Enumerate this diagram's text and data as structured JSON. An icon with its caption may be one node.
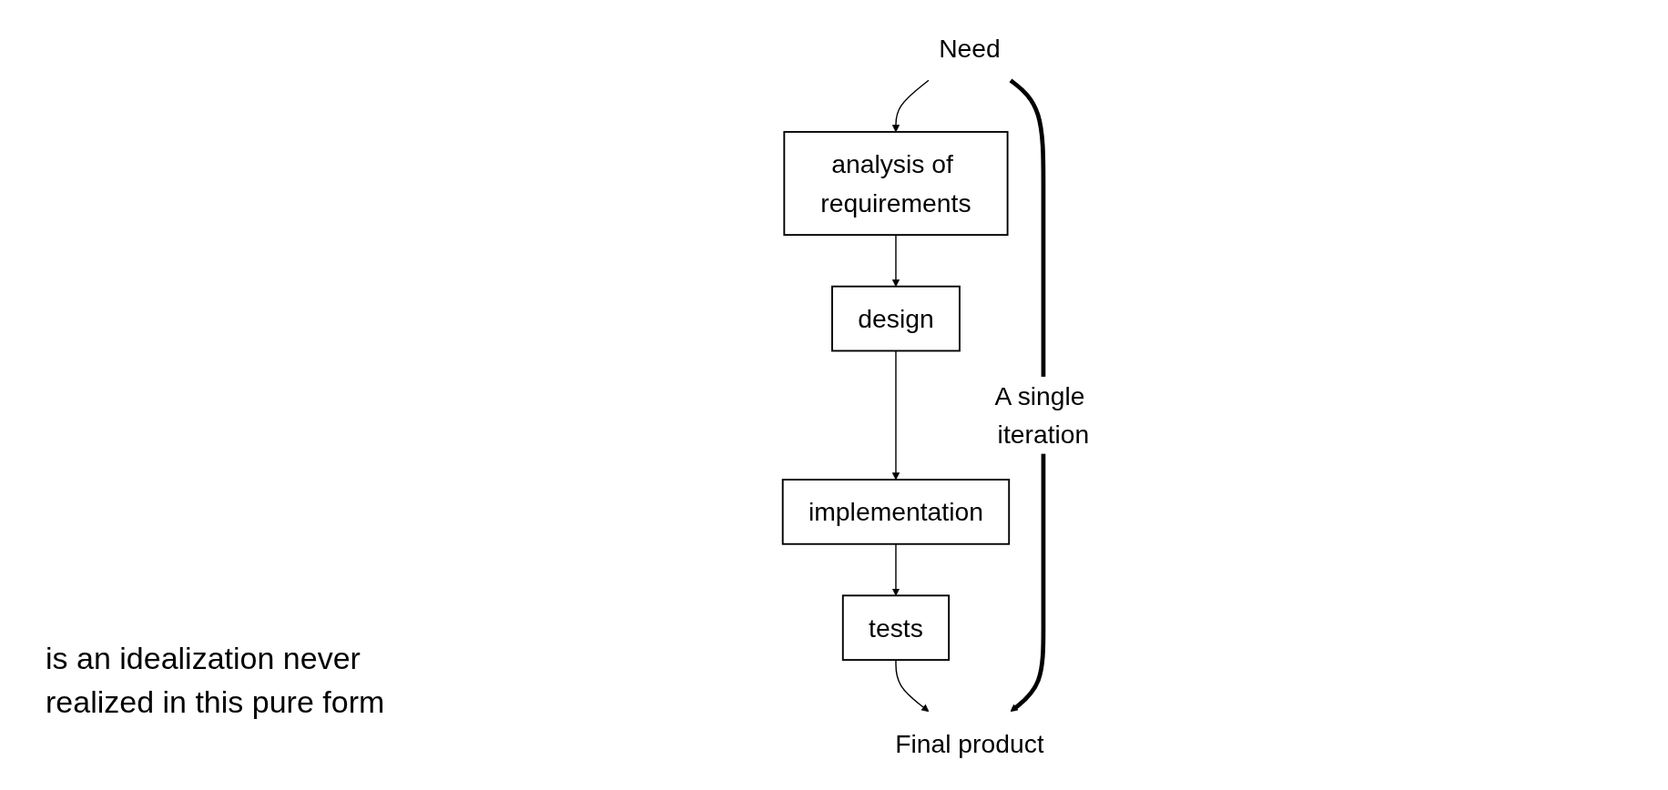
{
  "diagram": {
    "nodes": [
      {
        "text": [
          "Need"
        ]
      },
      {
        "text": [
          "analysis of requirements"
        ]
      },
      {
        "text": [
          "design"
        ]
      },
      {
        "text": [
          "implementation"
        ]
      },
      {
        "text": [
          "tests"
        ]
      },
      {
        "text": [
          "Final product"
        ]
      }
    ],
    "edges": [
      {
        "from": 0,
        "to": 1,
        "arrow": "to"
      },
      {
        "from": 1,
        "to": 2,
        "arrow": "to"
      },
      {
        "from": 2,
        "to": 3,
        "arrow": "to"
      },
      {
        "from": 3,
        "to": 4,
        "arrow": "to"
      },
      {
        "from": 4,
        "to": 5,
        "arrow": "to"
      },
      {
        "from": 0,
        "to": 5,
        "arrow": "to",
        "style": "thick",
        "label": "A single iteration"
      }
    ],
    "labels": [
      "is an idealization never realized in this pure form"
    ]
  }
}
